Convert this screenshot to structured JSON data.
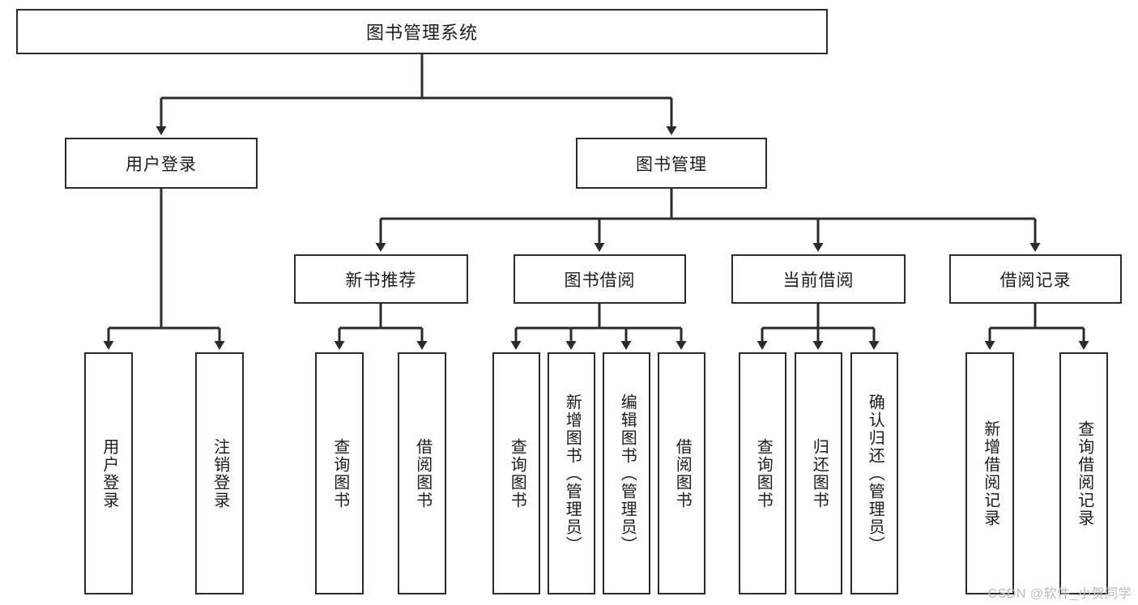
{
  "diagram": {
    "title": "图书管理系统",
    "type": "hierarchy-tree",
    "root": {
      "label": "图书管理系统"
    },
    "level2": [
      {
        "label": "用户登录"
      },
      {
        "label": "图书管理"
      }
    ],
    "level3": [
      {
        "label": "新书推荐"
      },
      {
        "label": "图书借阅"
      },
      {
        "label": "当前借阅"
      },
      {
        "label": "借阅记录"
      }
    ],
    "leaves": {
      "user_login": [
        {
          "label": "用户登录"
        },
        {
          "label": "注销登录"
        }
      ],
      "new_book_recommend": [
        {
          "label": "查询图书"
        },
        {
          "label": "借阅图书"
        }
      ],
      "book_borrow": [
        {
          "label": "查询图书"
        },
        {
          "label": "新增图书（管理员）"
        },
        {
          "label": "编辑图书（管理员）"
        },
        {
          "label": "借阅图书"
        }
      ],
      "current_borrow": [
        {
          "label": "查询图书"
        },
        {
          "label": "归还图书"
        },
        {
          "label": "确认归还（管理员）"
        }
      ],
      "borrow_record": [
        {
          "label": "新增借阅记录"
        },
        {
          "label": "查询借阅记录"
        }
      ]
    }
  },
  "watermark": {
    "text": "CSDN @软件_小贺同学"
  },
  "colors": {
    "stroke": "#2b2b2b",
    "background": "#ffffff",
    "text": "#1c1c1c",
    "watermark": "#b9b9b9"
  }
}
